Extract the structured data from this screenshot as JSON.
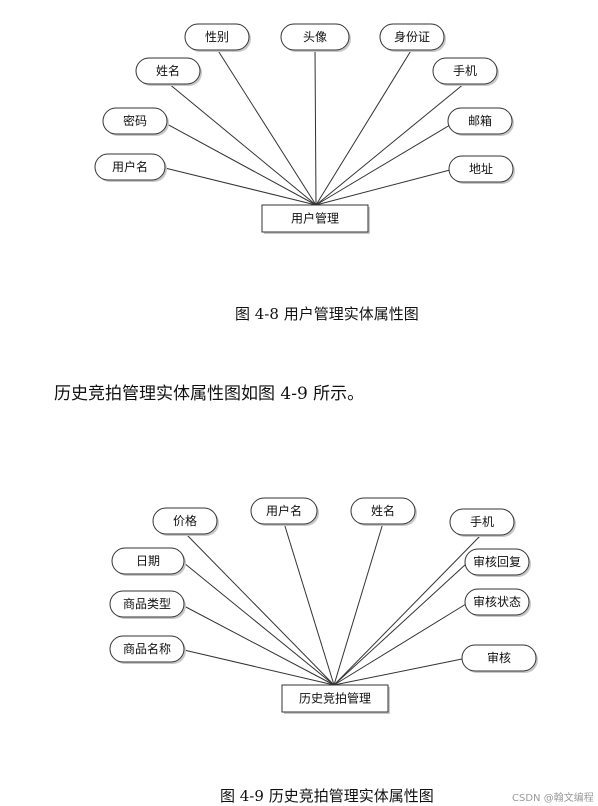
{
  "diagram1": {
    "entity": "用户管理",
    "attributes": [
      "性别",
      "头像",
      "身份证",
      "姓名",
      "手机",
      "密码",
      "邮箱",
      "用户名",
      "地址"
    ],
    "caption": "图 4-8 用户管理实体属性图"
  },
  "paragraph": "历史竞拍管理实体属性图如图 4-9 所示。",
  "diagram2": {
    "entity": "历史竞拍管理",
    "attributes": [
      "价格",
      "用户名",
      "姓名",
      "手机",
      "日期",
      "审核回复",
      "商品类型",
      "审核状态",
      "商品名称",
      "审核"
    ],
    "caption": "图 4-9 历史竞拍管理实体属性图"
  },
  "watermark": "CSDN @翰文编程",
  "colors": {
    "stroke": "#333333",
    "fill": "#ffffff",
    "shadow": "#c8c8c8"
  }
}
